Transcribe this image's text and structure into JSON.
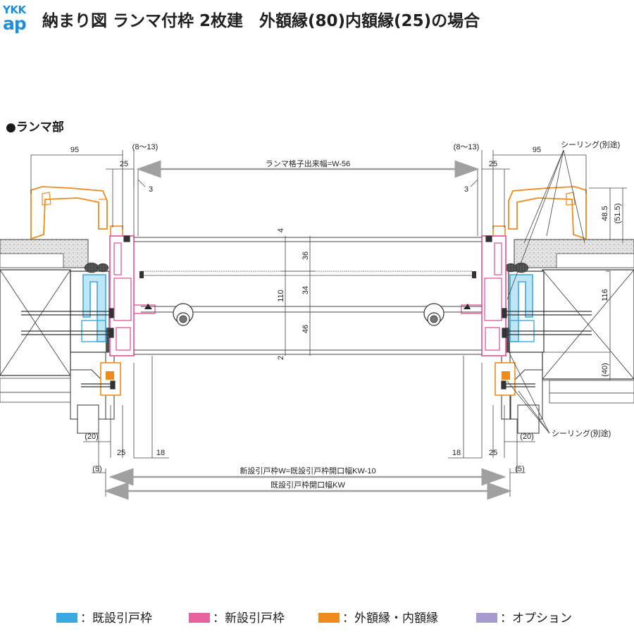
{
  "header": {
    "logo_top": "YKK",
    "logo_bottom": "ap",
    "title": "納まり図 ランマ付枠 2枚建　外額縁(80)内額縁(25)の場合"
  },
  "section_title": "●ランマ部",
  "dimensions": {
    "top_left_95": "95",
    "top_right_95": "95",
    "gap_left": "(8～13)",
    "gap_right": "(8～13)",
    "left_25_top": "25",
    "right_25_top": "25",
    "ranma_width": "ランマ格子出来幅=W-56",
    "left_3": "3",
    "right_3": "3",
    "sealing_top": "シーリング(別途)",
    "sealing_bottom": "シーリング(別途)",
    "v_48_5": "48.5",
    "v_51_5": "(51.5)",
    "v_116": "116",
    "v_40": "(40)",
    "v_4": "4",
    "v_36": "36",
    "v_110": "110",
    "v_34": "34",
    "v_46": "46",
    "v_2": "2",
    "left_20": "(20)",
    "right_20": "(20)",
    "left_25_bottom": "25",
    "right_25_bottom": "25",
    "left_18": "18",
    "right_18": "18",
    "left_5": "(5)",
    "right_5": "(5)",
    "new_frame_width": "新設引戸枠W=既設引戸枠開口幅KW-10",
    "existing_opening": "既設引戸枠開口幅KW"
  },
  "colors": {
    "existing_frame": "#3aa9e2",
    "new_frame": "#e8629e",
    "trim": "#ef8a1d",
    "option": "#a79ad0",
    "logo": "#1f8ed8"
  },
  "legend": [
    {
      "label": "：既設引戸枠",
      "color": "#3aa9e2"
    },
    {
      "label": "：新設引戸枠",
      "color": "#e8629e"
    },
    {
      "label": "：外額縁・内額縁",
      "color": "#ef8a1d"
    },
    {
      "label": "：オプション",
      "color": "#a79ad0"
    }
  ]
}
